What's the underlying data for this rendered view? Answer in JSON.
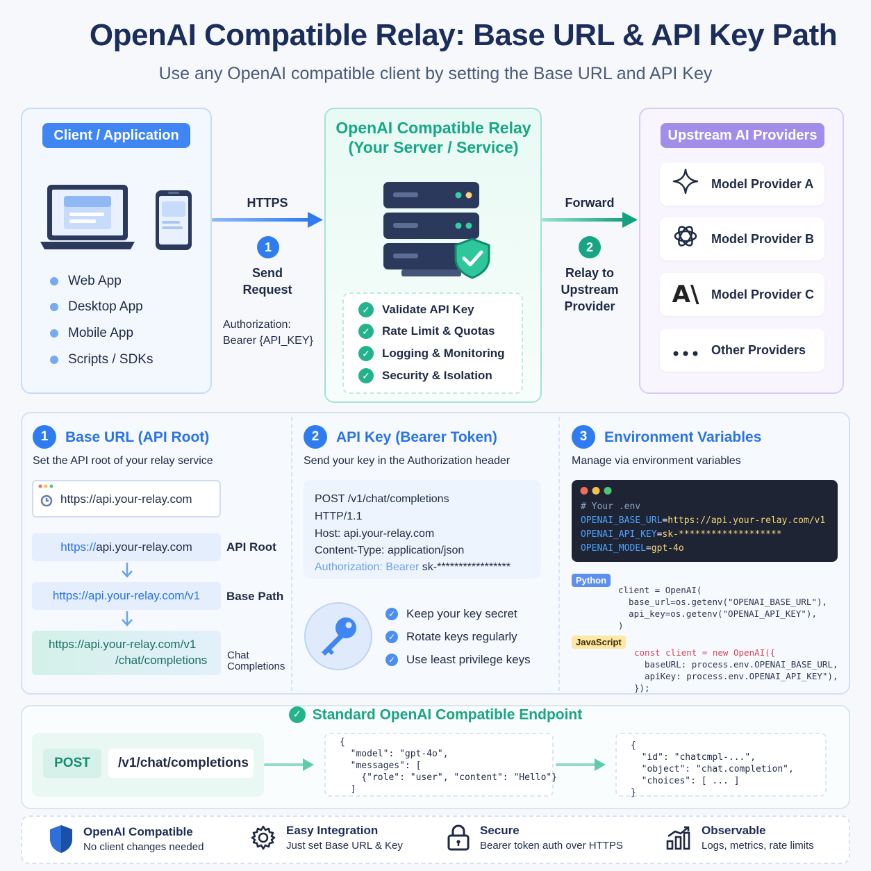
{
  "header": {
    "title": "OpenAI Compatible Relay: Base URL & API Key Path",
    "subtitle": "Use any OpenAI compatible client by setting the Base URL and API Key"
  },
  "client": {
    "title": "Client / Application",
    "items": [
      "Web App",
      "Desktop App",
      "Mobile App",
      "Scripts / SDKs"
    ]
  },
  "flow1": {
    "protocol": "HTTPS",
    "step": "1",
    "label_line1": "Send",
    "label_line2": "Request",
    "auth_line1": "Authorization:",
    "auth_line2": "Bearer {API_KEY}"
  },
  "relay": {
    "title_line1": "OpenAI Compatible Relay",
    "title_line2": "(Your Server / Service)",
    "checks": [
      "Validate API Key",
      "Rate Limit & Quotas",
      "Logging & Monitoring",
      "Security & Isolation"
    ]
  },
  "flow2": {
    "action": "Forward",
    "step": "2",
    "label_line1": "Relay to",
    "label_line2": "Upstream",
    "label_line3": "Provider"
  },
  "upstream": {
    "title": "Upstream AI Providers",
    "providers": [
      "Model Provider A",
      "Model Provider B",
      "Model Provider C",
      "Other Providers"
    ],
    "provider_c_logo": "A\\"
  },
  "section1": {
    "num": "1",
    "title": "Base URL (API Root)",
    "desc": "Set the API root of your relay service",
    "url_bar": "https://api.your-relay.com",
    "root_url_scheme": "https://",
    "root_url_host": "api.your-relay.com",
    "root_tag": "API Root",
    "base_url": "https://api.your-relay.com/v1",
    "base_tag": "Base Path",
    "chat_url_line1": "https://api.your-relay.com/v1",
    "chat_url_line2": "/chat/completions",
    "chat_tag_line1": "Chat",
    "chat_tag_line2": "Completions"
  },
  "section2": {
    "num": "2",
    "title": "API Key (Bearer Token)",
    "desc": "Send your key in the Authorization header",
    "http_lines": [
      "POST /v1/chat/completions",
      "HTTP/1.1",
      "Host: api.your-relay.com",
      "Content-Type: application/json"
    ],
    "auth_label": "Authorization: Bearer",
    "auth_value": "sk-*****************",
    "tips": [
      "Keep your key secret",
      "Rotate keys regularly",
      "Use least privilege keys"
    ]
  },
  "section3": {
    "num": "3",
    "title": "Environment Variables",
    "desc": "Manage via environment variables",
    "env_comment": "# Your .env",
    "env_lines": [
      {
        "key": "OPENAI_BASE_URL",
        "value": "https://api.your-relay.com/v1"
      },
      {
        "key": "OPENAI_API_KEY",
        "value": "sk-*******************"
      },
      {
        "key": "OPENAI_MODEL",
        "value": "gpt-4o"
      }
    ],
    "python_tag": "Python",
    "python_code": [
      "client = OpenAI(",
      "  base_url=os.getenv(\"OPENAI_BASE_URL\"),",
      "  api_key=os.getenv(\"OPENAI_API_KEY\"),",
      ")"
    ],
    "js_tag": "JavaScript",
    "js_code": [
      "const client = new OpenAI({",
      "  baseURL: process.env.OPENAI_BASE_URL,",
      "  apiKey: process.env.OPENAI_API_KEY\"),",
      "});"
    ]
  },
  "endpoint": {
    "title": "Standard OpenAI Compatible Endpoint",
    "method": "POST",
    "path": "/v1/chat/completions",
    "request_json": [
      "{",
      "  \"model\": \"gpt-4o\",",
      "  \"messages\": [",
      "    {\"role\": \"user\", \"content\": \"Hello\"}",
      "  ]"
    ],
    "response_json": [
      "{",
      "  \"id\": \"chatcmpl-...\",",
      "  \"object\": \"chat.completion\",",
      "  \"choices\": [ ... ]",
      "}"
    ]
  },
  "features": [
    {
      "title": "OpenAI Compatible",
      "desc": "No client changes needed",
      "icon": "shield-icon"
    },
    {
      "title": "Easy Integration",
      "desc": "Just set Base URL & Key",
      "icon": "gear-icon"
    },
    {
      "title": "Secure",
      "desc": "Bearer token auth over HTTPS",
      "icon": "lock-icon"
    },
    {
      "title": "Observable",
      "desc": "Logs, metrics, rate limits",
      "icon": "chart-icon"
    }
  ],
  "colors": {
    "accent_blue": "#2f7cf0",
    "accent_green": "#17a584",
    "accent_purple": "#a28ee8",
    "title_navy": "#1b2d5b"
  }
}
